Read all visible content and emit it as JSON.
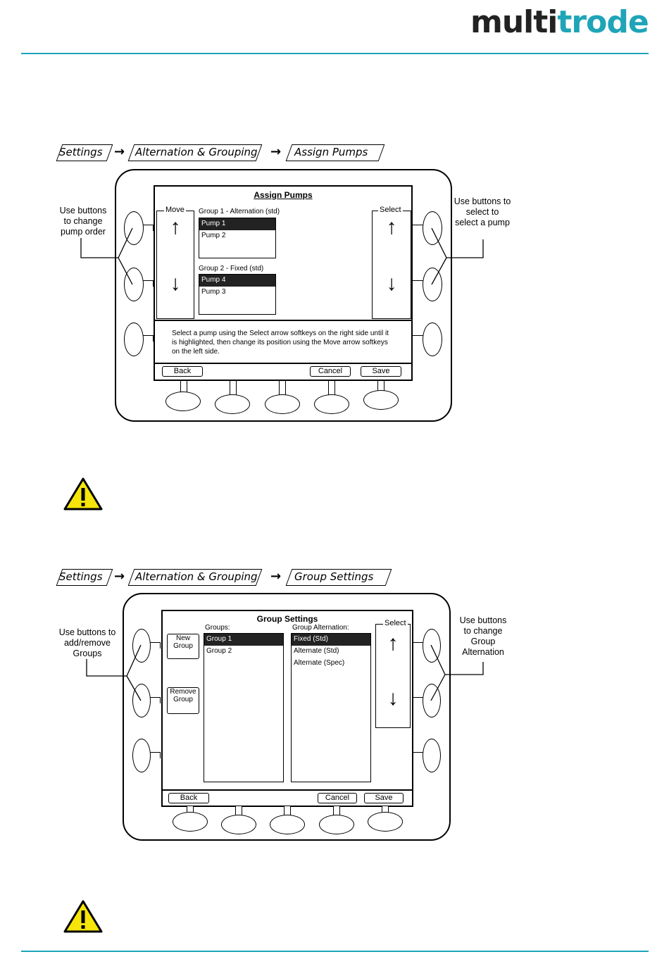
{
  "logo": {
    "part1": "multi",
    "part2": "trode"
  },
  "fig1": {
    "breadcrumb": [
      "Settings",
      "Alternation & Grouping",
      "Assign Pumps"
    ],
    "title": "Assign Pumps",
    "move_label": "Move",
    "select_label": "Select",
    "group1_label": "Group 1 - Alternation (std)",
    "group1_items": [
      "Pump 1",
      "Pump 2"
    ],
    "group2_label": "Group 2 - Fixed (std)",
    "group2_items": [
      "Pump 4",
      "Pump 3"
    ],
    "instruction": "Select a pump using the Select arrow softkeys on the right side until it is highlighted, then change its position using the Move arrow softkeys on the left side.",
    "back": "Back",
    "cancel": "Cancel",
    "save": "Save",
    "annot_left": "Use buttons to change pump order",
    "annot_right": "Use buttons to select to select a pump"
  },
  "fig2": {
    "breadcrumb": [
      "Settings",
      "Alternation & Grouping",
      "Group Settings"
    ],
    "title": "Group Settings",
    "groups_label": "Groups:",
    "groups_items": [
      "Group 1",
      "Group 2"
    ],
    "alt_label": "Group Alternation:",
    "alt_items": [
      "Fixed (Std)",
      "Alternate (Std)",
      "Alternate (Spec)"
    ],
    "new_group": "New Group",
    "remove_group": "Remove Group",
    "select_label": "Select",
    "back": "Back",
    "cancel": "Cancel",
    "save": "Save",
    "annot_left": "Use buttons to add/remove Groups",
    "annot_right": "Use buttons to change Group Alternation"
  },
  "icons": {
    "up": "up-arrow-icon",
    "down": "down-arrow-icon",
    "warning": "warning-icon"
  },
  "colors": {
    "accent": "#1fa4b8",
    "warning": "#f5e50a"
  }
}
